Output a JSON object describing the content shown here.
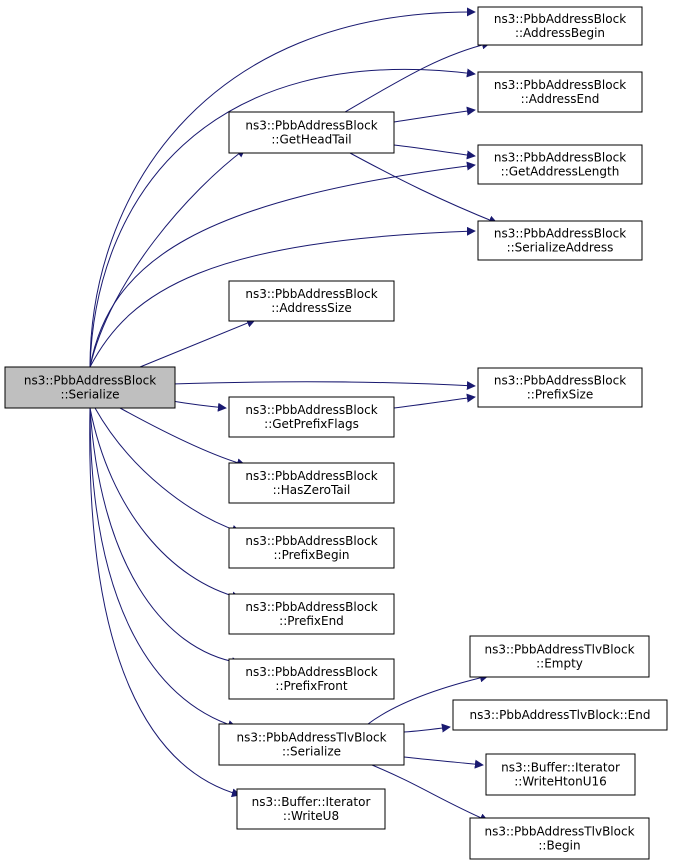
{
  "graph": {
    "title": "",
    "node_fill": "#ffffff",
    "root_fill": "#bfbfbf",
    "edge_color": "#191970",
    "nodes": [
      {
        "id": "serialize",
        "lines": [
          "ns3::PbbAddressBlock",
          "::Serialize"
        ],
        "root": true
      },
      {
        "id": "address-begin",
        "lines": [
          "ns3::PbbAddressBlock",
          "::AddressBegin"
        ]
      },
      {
        "id": "address-end",
        "lines": [
          "ns3::PbbAddressBlock",
          "::AddressEnd"
        ]
      },
      {
        "id": "get-head-tail",
        "lines": [
          "ns3::PbbAddressBlock",
          "::GetHeadTail"
        ]
      },
      {
        "id": "get-address-length",
        "lines": [
          "ns3::PbbAddressBlock",
          "::GetAddressLength"
        ]
      },
      {
        "id": "serialize-address",
        "lines": [
          "ns3::PbbAddressBlock",
          "::SerializeAddress"
        ]
      },
      {
        "id": "address-size",
        "lines": [
          "ns3::PbbAddressBlock",
          "::AddressSize"
        ]
      },
      {
        "id": "prefix-size",
        "lines": [
          "ns3::PbbAddressBlock",
          "::PrefixSize"
        ]
      },
      {
        "id": "get-prefix-flags",
        "lines": [
          "ns3::PbbAddressBlock",
          "::GetPrefixFlags"
        ]
      },
      {
        "id": "has-zero-tail",
        "lines": [
          "ns3::PbbAddressBlock",
          "::HasZeroTail"
        ]
      },
      {
        "id": "prefix-begin",
        "lines": [
          "ns3::PbbAddressBlock",
          "::PrefixBegin"
        ]
      },
      {
        "id": "prefix-end",
        "lines": [
          "ns3::PbbAddressBlock",
          "::PrefixEnd"
        ]
      },
      {
        "id": "prefix-front",
        "lines": [
          "ns3::PbbAddressBlock",
          "::PrefixFront"
        ]
      },
      {
        "id": "tlv-empty",
        "lines": [
          "ns3::PbbAddressTlvBlock",
          "::Empty"
        ]
      },
      {
        "id": "tlv-end",
        "lines": [
          "ns3::PbbAddressTlvBlock::End"
        ]
      },
      {
        "id": "tlv-serialize",
        "lines": [
          "ns3::PbbAddressTlvBlock",
          "::Serialize"
        ]
      },
      {
        "id": "write-hton-u16",
        "lines": [
          "ns3::Buffer::Iterator",
          "::WriteHtonU16"
        ]
      },
      {
        "id": "write-u8",
        "lines": [
          "ns3::Buffer::Iterator",
          "::WriteU8"
        ]
      },
      {
        "id": "tlv-begin",
        "lines": [
          "ns3::PbbAddressTlvBlock",
          "::Begin"
        ]
      }
    ],
    "edges": [
      {
        "from": "serialize",
        "to": "address-begin"
      },
      {
        "from": "serialize",
        "to": "address-end"
      },
      {
        "from": "serialize",
        "to": "get-head-tail"
      },
      {
        "from": "serialize",
        "to": "get-address-length"
      },
      {
        "from": "serialize",
        "to": "serialize-address"
      },
      {
        "from": "serialize",
        "to": "address-size"
      },
      {
        "from": "serialize",
        "to": "prefix-size"
      },
      {
        "from": "serialize",
        "to": "get-prefix-flags"
      },
      {
        "from": "serialize",
        "to": "has-zero-tail"
      },
      {
        "from": "serialize",
        "to": "prefix-begin"
      },
      {
        "from": "serialize",
        "to": "prefix-end"
      },
      {
        "from": "serialize",
        "to": "prefix-front"
      },
      {
        "from": "serialize",
        "to": "tlv-serialize"
      },
      {
        "from": "serialize",
        "to": "write-u8"
      },
      {
        "from": "get-head-tail",
        "to": "address-begin"
      },
      {
        "from": "get-head-tail",
        "to": "address-end"
      },
      {
        "from": "get-head-tail",
        "to": "get-address-length"
      },
      {
        "from": "get-head-tail",
        "to": "serialize-address"
      },
      {
        "from": "get-prefix-flags",
        "to": "prefix-size"
      },
      {
        "from": "tlv-serialize",
        "to": "tlv-empty"
      },
      {
        "from": "tlv-serialize",
        "to": "tlv-end"
      },
      {
        "from": "tlv-serialize",
        "to": "write-hton-u16"
      },
      {
        "from": "tlv-serialize",
        "to": "tlv-begin"
      }
    ]
  }
}
